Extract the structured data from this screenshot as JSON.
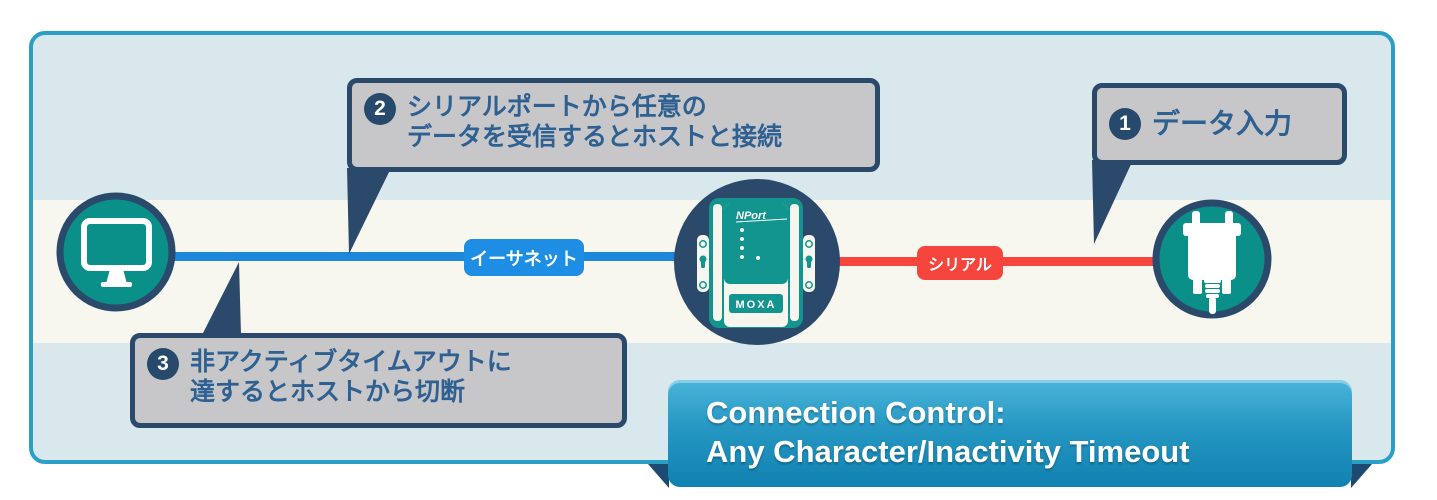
{
  "frame": {
    "border_color": "#2a9fc7",
    "band_light_blue": "#d8e8ec",
    "band_cream": "#f8f7ef"
  },
  "callouts": [
    {
      "number": "1",
      "line1": "データ入力",
      "line2": ""
    },
    {
      "number": "2",
      "line1": "シリアルポートから任意の",
      "line2": "データを受信するとホストと接続"
    },
    {
      "number": "3",
      "line1": "非アクティブタイムアウトに",
      "line2": "達するとホストから切断"
    }
  ],
  "links": {
    "ethernet_label": "イーサネット",
    "ethernet_color": "#1d87db",
    "serial_label": "シリアル",
    "serial_color": "#f5453d"
  },
  "device": {
    "model": "NPort",
    "brand": "MOXA",
    "body_color": "#12958e",
    "ring_color": "#2b4a6b"
  },
  "nodes": {
    "host_icon": "monitor-icon",
    "serial_icon": "serial-connector-icon",
    "fill": "#0b9089"
  },
  "banner": {
    "line1": "Connection Control:",
    "line2": "Any Character/Inactivity Timeout",
    "gradient_top": "#4ab4da",
    "gradient_bottom": "#1181b1",
    "fold_color": "#1d4a70"
  },
  "callout_style": {
    "background": "#c7c7c9",
    "border": "#2b4a6b",
    "text_color": "#2e6091"
  }
}
